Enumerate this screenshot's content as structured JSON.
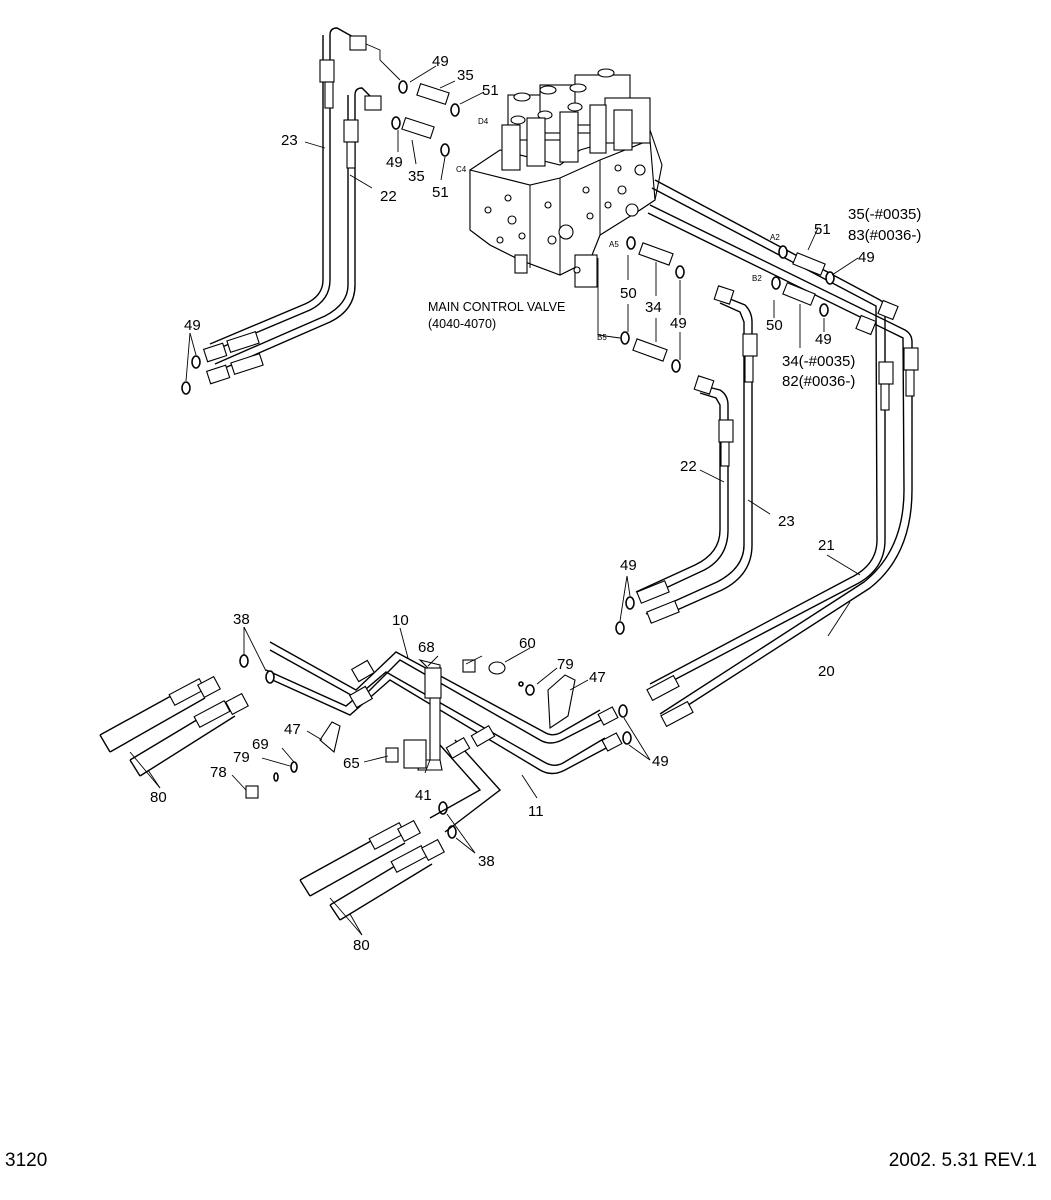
{
  "valve_caption": {
    "title": "MAIN CONTROL VALVE",
    "range": "(4040-4070)"
  },
  "ports": {
    "d4": "D4",
    "c4": "C4",
    "a2": "A2",
    "b2": "B2",
    "a5": "A5",
    "b5": "B5"
  },
  "labels": {
    "p10": "10",
    "p11": "11",
    "p20": "20",
    "p21": "21",
    "p22": "22",
    "p23": "23",
    "p34": "34",
    "p34_variant": "34(-#0035)",
    "p35": "35",
    "p35_variant": "35(-#0035)",
    "p38": "38",
    "p41": "41",
    "p47": "47",
    "p49": "49",
    "p50": "50",
    "p51": "51",
    "p60": "60",
    "p65": "65",
    "p68": "68",
    "p69": "69",
    "p78": "78",
    "p79": "79",
    "p80": "80",
    "p82_variant": "82(#0036-)",
    "p83_variant": "83(#0036-)"
  },
  "footer": {
    "page_number": "3120",
    "date_revision": "2002. 5.31  REV.1"
  }
}
